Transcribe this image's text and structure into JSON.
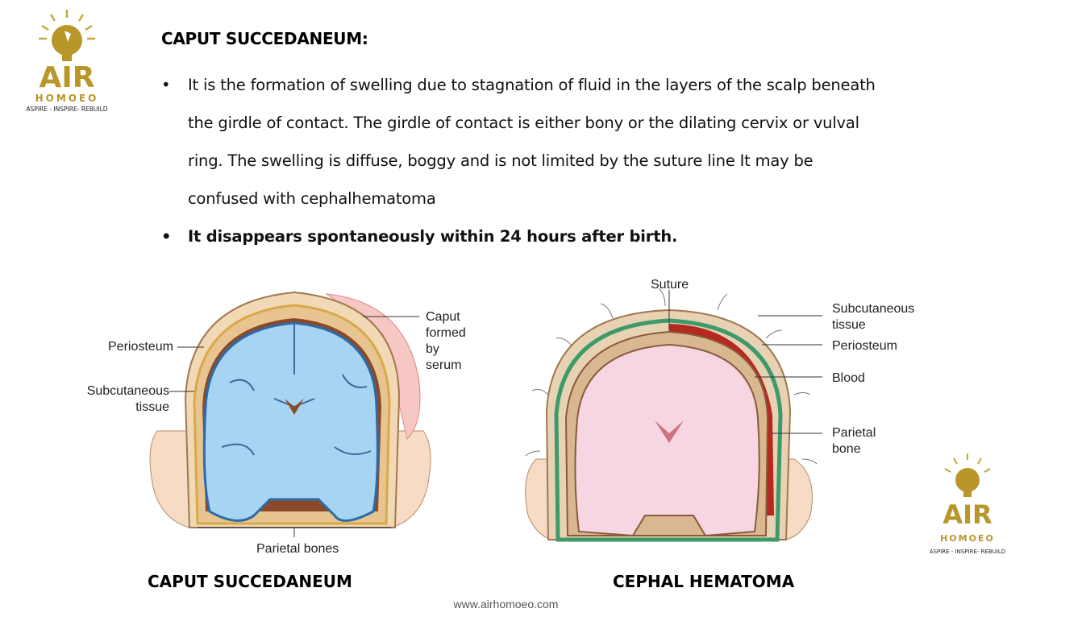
{
  "slide": {
    "title": "CAPUT SUCCEDANEUM:",
    "bullets": [
      {
        "text": "It is the formation of swelling due to stagnation of fluid in the layers of the scalp beneath the girdle of contact. The girdle of contact is either bony or the dilating cervix or vulval ring. The swelling is diffuse, boggy and is not limited by the suture line It may be confused with cephalhematoma",
        "bold": false
      },
      {
        "text": "It disappears spontaneously within 24 hours after birth.",
        "bold": true
      }
    ]
  },
  "logo": {
    "name": "AIR",
    "sub": "HOMOEO",
    "tagline": "ASPIRE - INSPIRE- REBUILD",
    "color": "#b8962a"
  },
  "figures": {
    "left": {
      "caption": "CAPUT SUCCEDANEUM",
      "labels": {
        "periosteum": "Periosteum",
        "subcutaneous": "Subcutaneous tissue",
        "caput": "Caput formed by serum",
        "parietal": "Parietal bones"
      }
    },
    "right": {
      "caption": "CEPHAL HEMATOMA",
      "labels": {
        "suture": "Suture",
        "subcutaneous": "Subcutaneous tissue",
        "periosteum": "Periosteum",
        "blood": "Blood",
        "parietal": "Parietal bone"
      }
    }
  },
  "footer": {
    "url": "www.airhomoeo.com"
  }
}
